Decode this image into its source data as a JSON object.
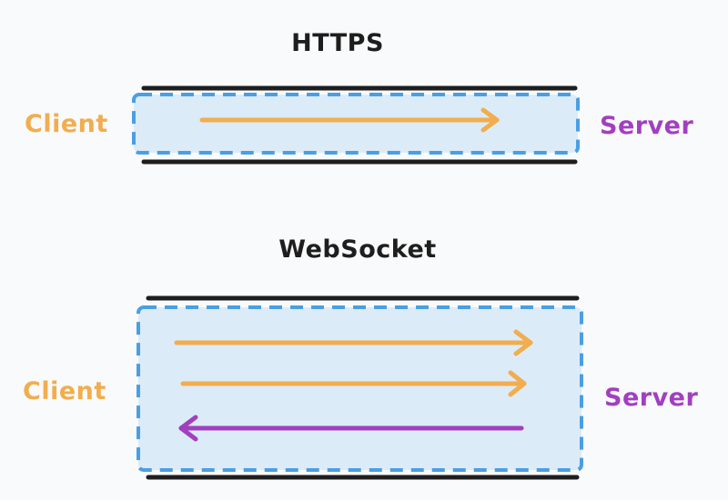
{
  "colors": {
    "background": "#f9fafb",
    "wire": "#1e1e1e",
    "channel_border": "#4a9fe3",
    "channel_fill": "#dcebf8",
    "client": "#f1ad4e",
    "server": "#a23fc0"
  },
  "https": {
    "title": "HTTPS",
    "client_label": "Client",
    "server_label": "Server",
    "arrows": [
      {
        "direction": "client-to-server",
        "color": "client"
      }
    ]
  },
  "websocket": {
    "title": "WebSocket",
    "client_label": "Client",
    "server_label": "Server",
    "arrows": [
      {
        "direction": "client-to-server",
        "color": "client"
      },
      {
        "direction": "client-to-server",
        "color": "client"
      },
      {
        "direction": "server-to-client",
        "color": "server"
      }
    ]
  }
}
